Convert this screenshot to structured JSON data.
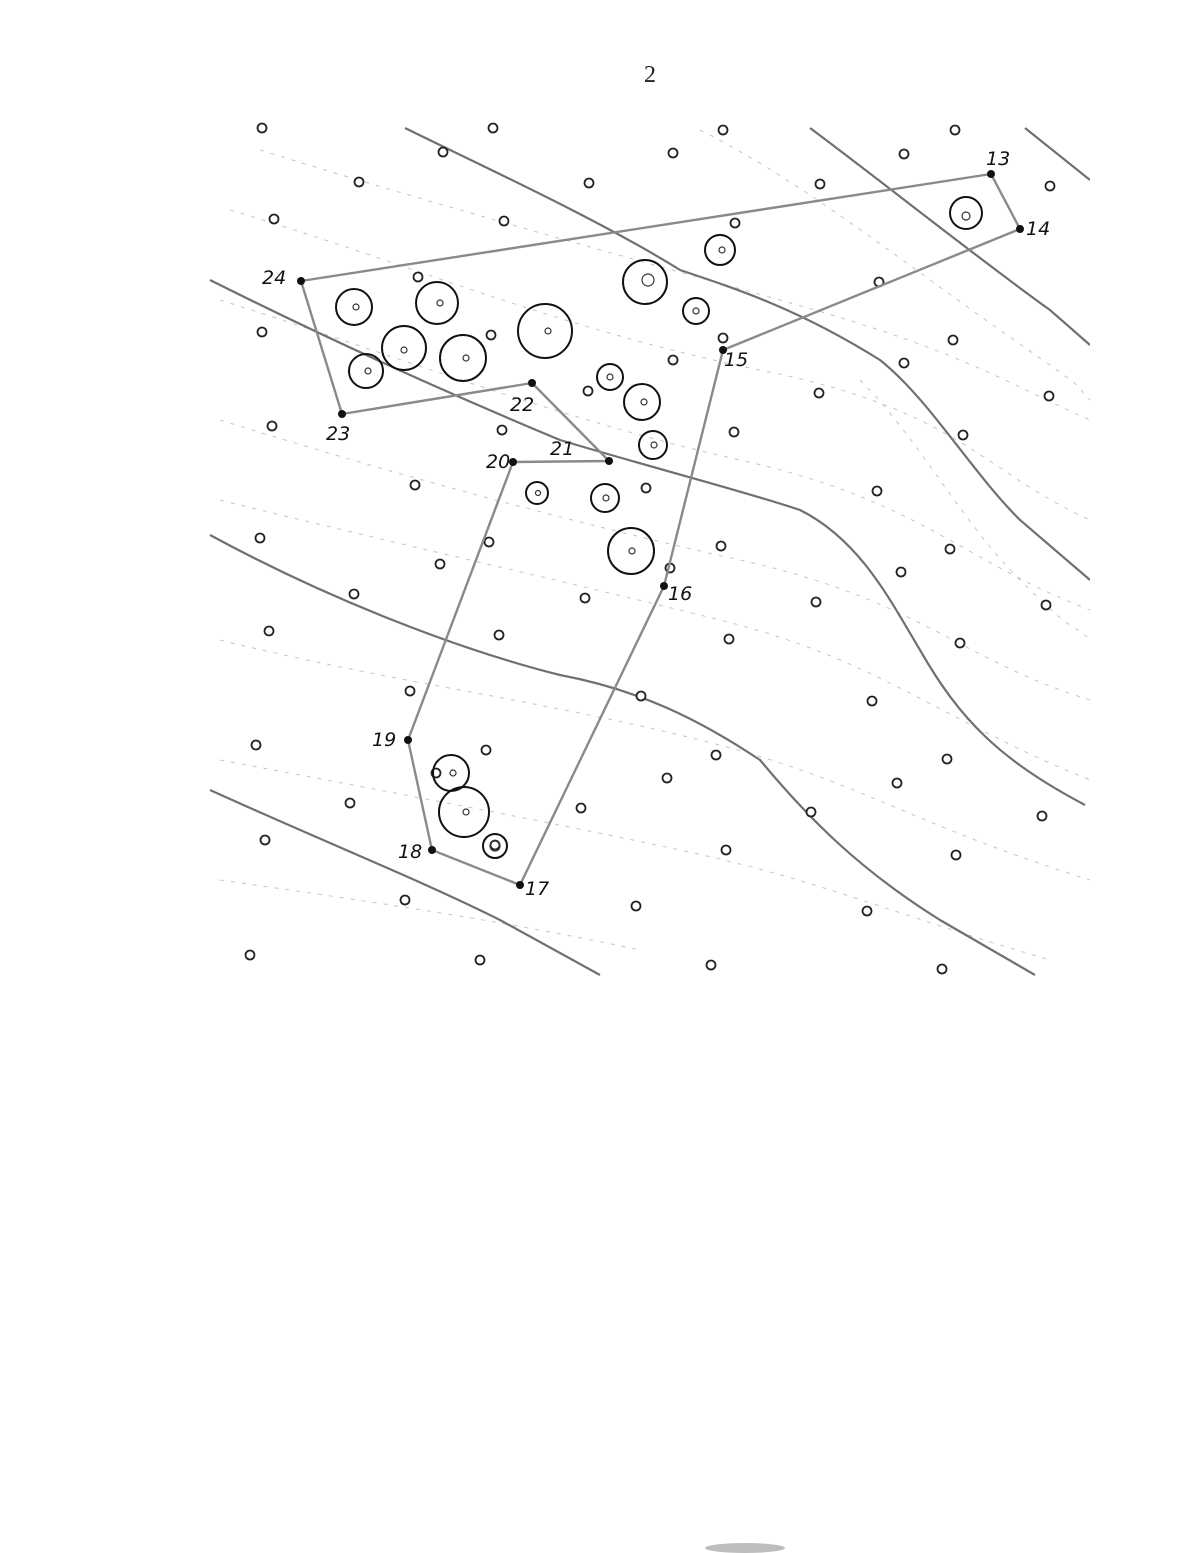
{
  "page": {
    "number": "2"
  },
  "map": {
    "boundary_points": [
      {
        "id": "13",
        "label": "13"
      },
      {
        "id": "14",
        "label": "14"
      },
      {
        "id": "15",
        "label": "15"
      },
      {
        "id": "16",
        "label": "16"
      },
      {
        "id": "17",
        "label": "17"
      },
      {
        "id": "18",
        "label": "18"
      },
      {
        "id": "19",
        "label": "19"
      },
      {
        "id": "20",
        "label": "20"
      },
      {
        "id": "21",
        "label": "21"
      },
      {
        "id": "22",
        "label": "22"
      },
      {
        "id": "23",
        "label": "23"
      },
      {
        "id": "24",
        "label": "24"
      }
    ],
    "colors": {
      "boundary_line": "#8a8a8a",
      "contour_line": "#707070",
      "markers": "#222222",
      "background": "#ffffff"
    }
  }
}
